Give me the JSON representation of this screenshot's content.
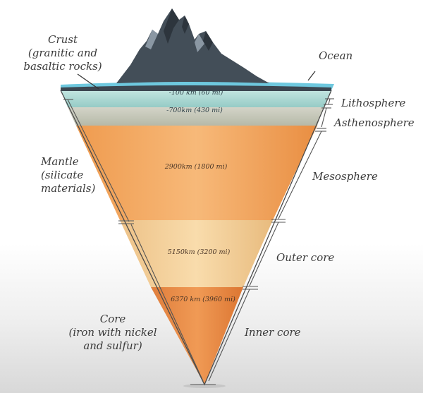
{
  "left_labels": {
    "crust": [
      "Crust",
      "(granitic and",
      "basaltic rocks)"
    ],
    "mantle": [
      "Mantle",
      "(silicate",
      "materials)"
    ],
    "core": [
      "Core",
      "(iron with nickel",
      "and sulfur)"
    ]
  },
  "right_labels": {
    "ocean": "Ocean",
    "lithosphere": "Lithosphere",
    "asthenosphere": "Asthenosphere",
    "mesosphere": "Mesosphere",
    "outer_core": "Outer core",
    "inner_core": "Inner core"
  },
  "depths": {
    "lithosphere": "-100 km (60 mi)",
    "asthenosphere": "-700km (430 mi)",
    "mesosphere": "2900km (1800 mi)",
    "outer_core": "5150km (3200 mi)",
    "inner_core": "6370 km (3960 mi)"
  },
  "colors": {
    "ocean": "#5ec4dc",
    "lithosphere": "#9ed3cf",
    "asthenosphere": "#c4c6b7",
    "mesosphere": "#ee9d55",
    "outer_core": "#f1cb8e",
    "inner_core": "#e78a45",
    "mountain": "#3f4a55"
  }
}
